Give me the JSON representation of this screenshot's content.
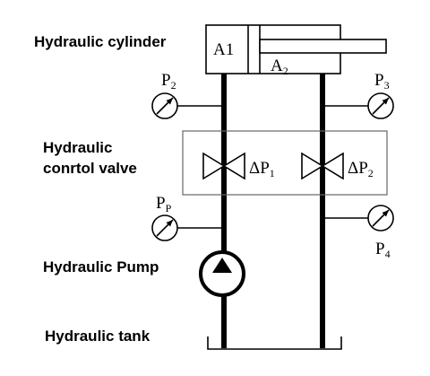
{
  "labels": {
    "cylinder": "Hydraulic cylinder",
    "valve_line1": "Hydraulic",
    "valve_line2": "conrtol valve",
    "pump": "Hydraulic Pump",
    "tank": "Hydraulic tank"
  },
  "chambers": {
    "a1": "A1",
    "a2_base": "A",
    "a2_sub": "2"
  },
  "gauges": {
    "p2": {
      "base": "P",
      "sub": "2"
    },
    "p3": {
      "base": "P",
      "sub": "3"
    },
    "pp": {
      "base": "P",
      "sub": "P"
    },
    "p4": {
      "base": "P",
      "sub": "4"
    }
  },
  "valves": {
    "dp1": {
      "base": "ΔP",
      "sub": "1"
    },
    "dp2": {
      "base": "ΔP",
      "sub": "2"
    }
  }
}
